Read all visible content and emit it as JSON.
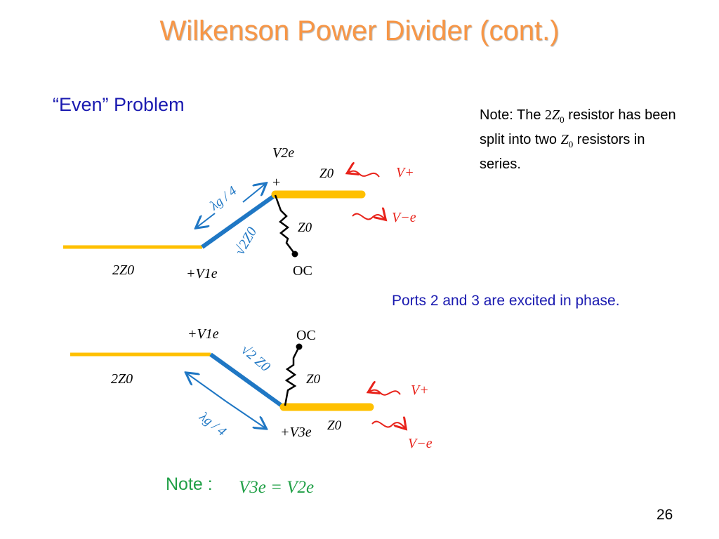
{
  "slide": {
    "title": "Wilkenson Power Divider (cont.)",
    "heading": "“Even” Problem",
    "note_text": {
      "part1": "Note:  The ",
      "coef": "2",
      "var": "Z",
      "sub": "0",
      "part2": " resistor has been split into two ",
      "part3": " resistors in series."
    },
    "ports_text": "Ports 2 and 3 are excited in phase.",
    "bottom_note": {
      "label": "Note :",
      "equation": "V3e = V2e"
    },
    "page_number": "26"
  },
  "diagram_top": {
    "v2e": "V2e",
    "plus": "+",
    "z0_line": "Z0",
    "z0_res": "Z0",
    "sqrt2z0": "√2Z0",
    "lambda": "λg / 4",
    "two_z0": "2Z0",
    "v1e": "+V1e",
    "oc": "OC",
    "v_plus": "V+",
    "v_minus_e": "V−e"
  },
  "diagram_bottom": {
    "v1e": "+V1e",
    "oc": "OC",
    "sqrt2z0": "√2 Z0",
    "z0_res": "Z0",
    "two_z0": "2Z0",
    "z0_line": "Z0",
    "lambda": "λg / 4",
    "v3e": "+V3e",
    "v_plus": "V+",
    "v_minus_e": "V−e"
  },
  "colors": {
    "title": "#F79646",
    "heading": "#1a1ab0",
    "line_yellow": "#FFC000",
    "line_blue": "#1F77C4",
    "wave_red": "#E8221A",
    "note_green": "#21a047"
  }
}
